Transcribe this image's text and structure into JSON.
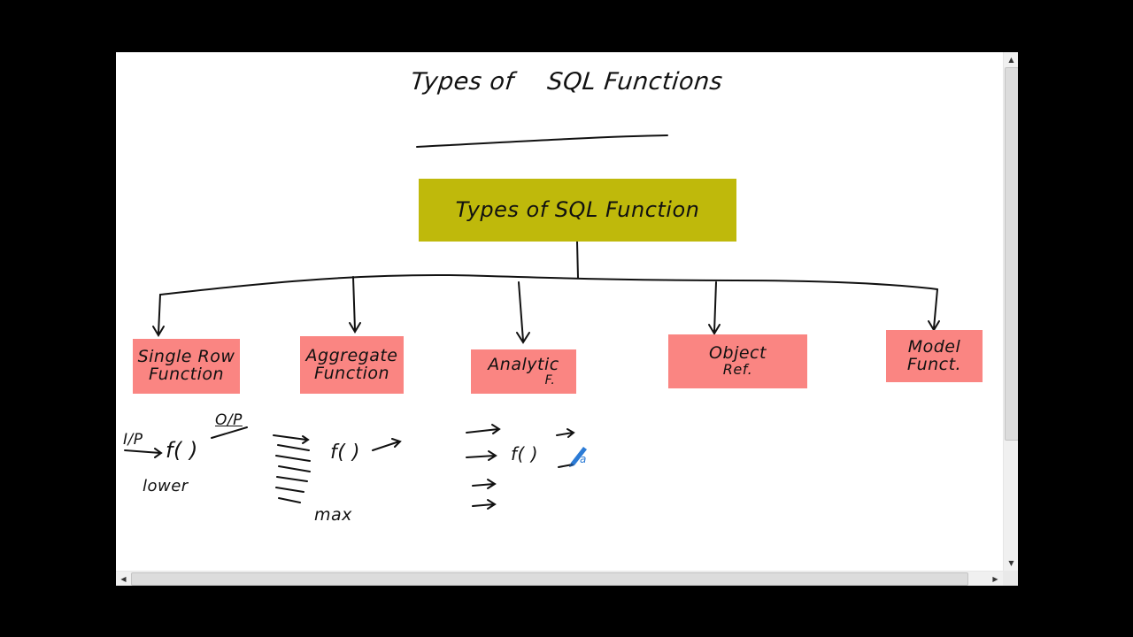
{
  "page_title": {
    "part1": "Types of",
    "part2": "SQL Functions"
  },
  "diagram": {
    "root": {
      "label": "Types of SQL Function"
    },
    "children": [
      {
        "line1": "Single Row",
        "line2": "Function"
      },
      {
        "line1": "Aggregate",
        "line2": "Function"
      },
      {
        "line1": "Analytic",
        "line2": "F."
      },
      {
        "line1": "Object",
        "line2": "Ref."
      },
      {
        "line1": "Model",
        "line2": "Funct."
      }
    ]
  },
  "notes": {
    "single_row": {
      "input": "I/P",
      "func": "f( )",
      "output": "O/P",
      "example": "lower"
    },
    "aggregate": {
      "func": "f( )",
      "example": "max"
    },
    "analytic": {
      "func": "f( )"
    }
  },
  "colors": {
    "root_box": "#bfb90b",
    "child_box": "#fa8582",
    "background": "#ffffff",
    "frame": "#000000"
  },
  "icons": [
    "pen-cursor-icon",
    "scroll-up-icon",
    "scroll-down-icon",
    "scroll-left-icon",
    "scroll-right-icon"
  ]
}
